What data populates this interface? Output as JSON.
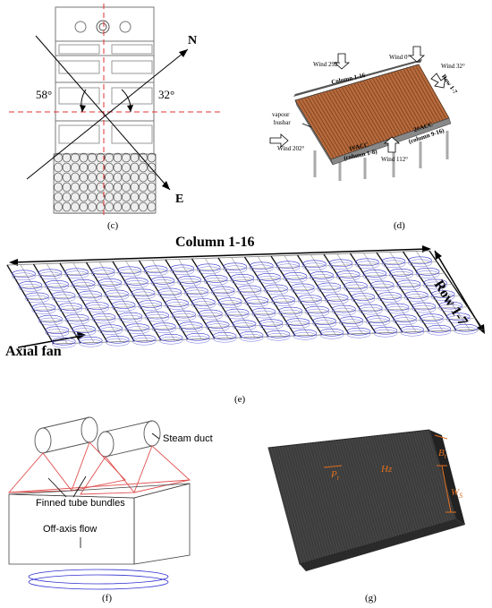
{
  "panel_c": {
    "caption": "(c)",
    "north": "N",
    "east": "E",
    "angle_left": "58°",
    "angle_right": "32°"
  },
  "panel_d": {
    "caption": "(d)",
    "wind_292": "Wind 292°",
    "wind_0": "Wind 0°",
    "wind_32": "Wind 32°",
    "column": "Column 1-16",
    "row": "Row 1-7",
    "vapour": "vapour",
    "busbar": "busbar",
    "wind_202": "Wind 202°",
    "acc1": "1#ACC",
    "acc1_cols": "(column 1-8)",
    "acc2": "2#ACC",
    "acc2_cols": "(column 9-16)",
    "wind_112": "Wind 112°"
  },
  "panel_e": {
    "caption": "(e)",
    "column": "Column 1-16",
    "row": "Row 1-7",
    "fan": "Axial fan"
  },
  "panel_f": {
    "caption": "(f)",
    "steam_duct": "Steam duct",
    "tube_bundles": "Finned tube bundles",
    "flow": "Off-axis flow"
  },
  "panel_g": {
    "caption": "(g)",
    "p1": "P",
    "p1_sub": "t",
    "hz": "Hz",
    "b1": "B",
    "b1_sub": "t",
    "ws": "W",
    "ws_sub": "S"
  }
}
